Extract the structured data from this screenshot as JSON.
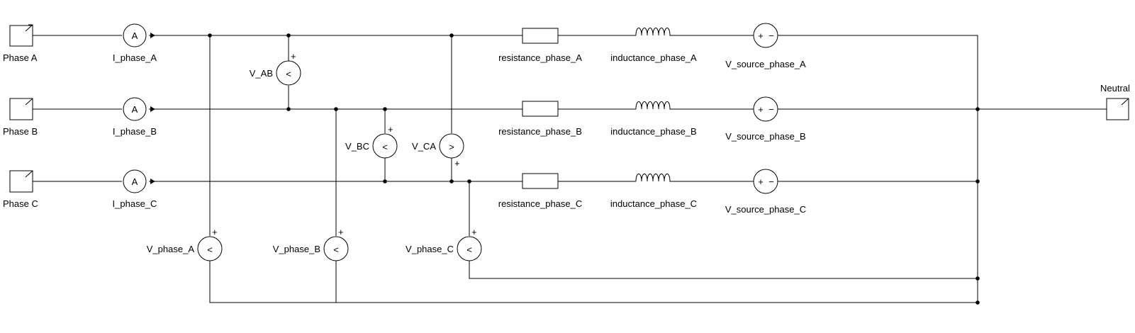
{
  "ports": {
    "phase_a": "Phase A",
    "phase_b": "Phase B",
    "phase_c": "Phase C",
    "neutral": "Neutral"
  },
  "ammeters": {
    "symbol": "A",
    "a": "I_phase_A",
    "b": "I_phase_B",
    "c": "I_phase_C"
  },
  "line_voltmeters": {
    "ab": "V_AB",
    "bc": "V_BC",
    "ca": "V_CA"
  },
  "phase_voltmeters": {
    "a": "V_phase_A",
    "b": "V_phase_B",
    "c": "V_phase_C"
  },
  "resistors": {
    "a": "resistance_phase_A",
    "b": "resistance_phase_B",
    "c": "resistance_phase_C"
  },
  "inductors": {
    "a": "inductance_phase_A",
    "b": "inductance_phase_B",
    "c": "inductance_phase_C"
  },
  "sources": {
    "a": "V_source_phase_A",
    "b": "V_source_phase_B",
    "c": "V_source_phase_C"
  },
  "symbols": {
    "plus": "+",
    "minus": "−",
    "lt": "<",
    "gt": ">"
  },
  "colors": {
    "line": "#000000",
    "background": "#ffffff"
  }
}
